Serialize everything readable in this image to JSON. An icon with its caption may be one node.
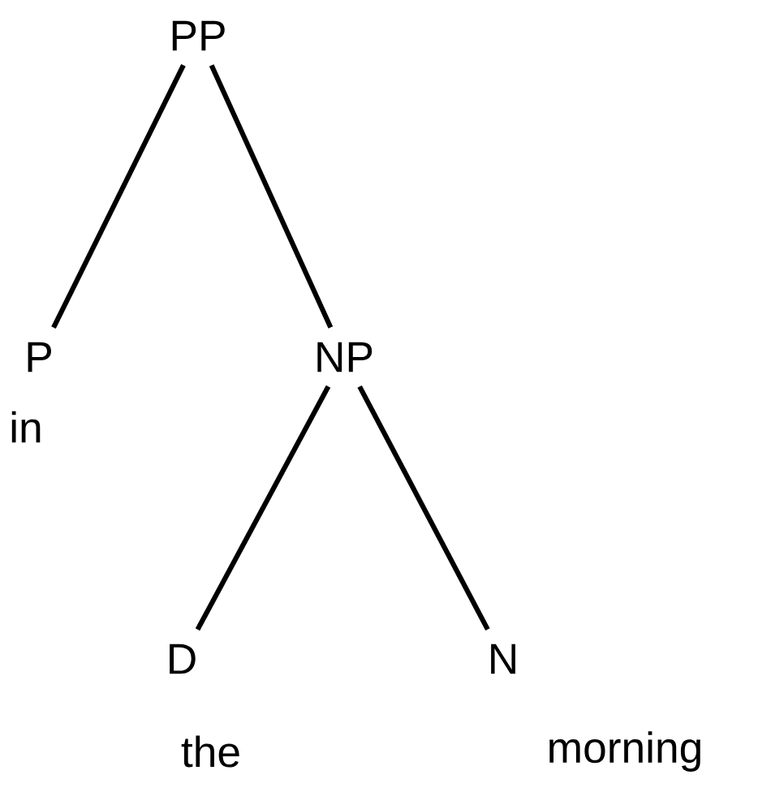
{
  "diagram": {
    "nodes": [
      {
        "text": [
          "PP"
        ]
      },
      {
        "text": [
          "P"
        ],
        "beside": [
          "in"
        ]
      },
      {
        "text": [
          "NP"
        ]
      },
      {
        "text": [
          "D"
        ],
        "beside": [
          "the"
        ]
      },
      {
        "text": [
          "N"
        ],
        "beside": [
          "morning"
        ]
      }
    ],
    "edges": [
      {
        "from": 0,
        "to": 1,
        "arrow": "none"
      },
      {
        "from": 0,
        "to": 2,
        "arrow": "none"
      },
      {
        "from": 2,
        "to": 3,
        "arrow": "none"
      },
      {
        "from": 2,
        "to": 4,
        "arrow": "none"
      }
    ]
  }
}
